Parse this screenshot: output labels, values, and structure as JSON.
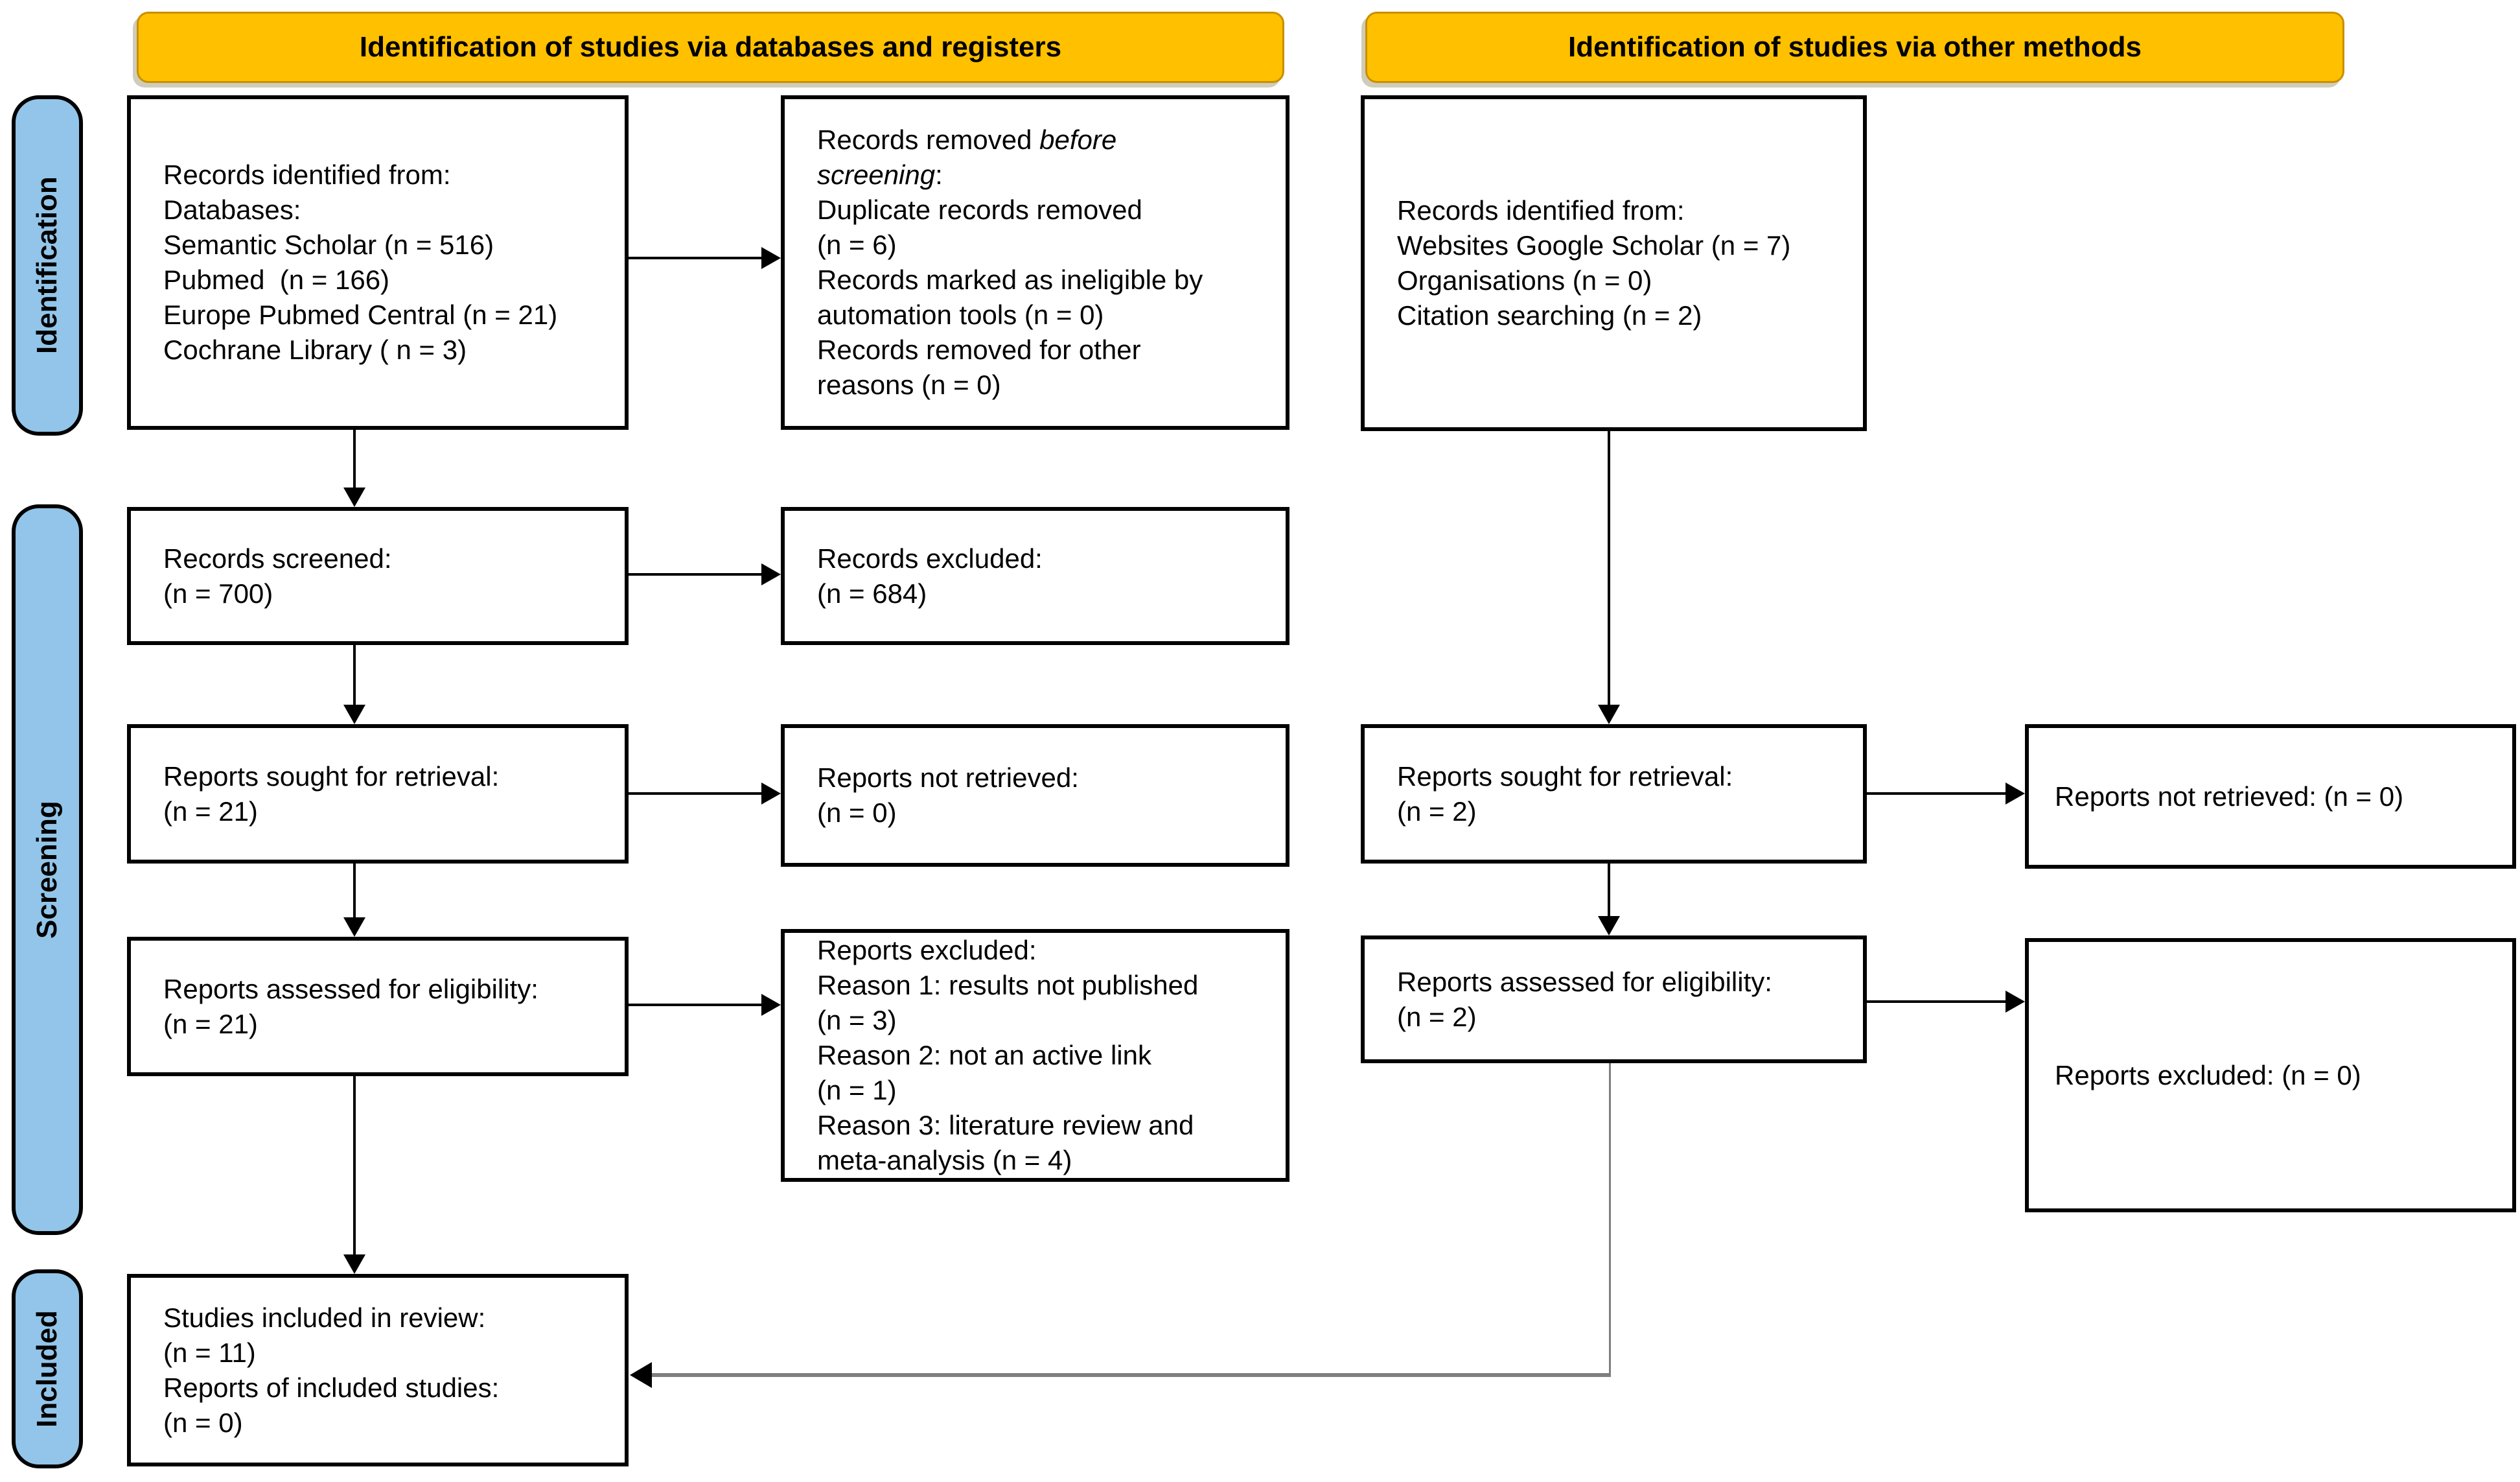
{
  "banners": {
    "databases": "Identification of studies via databases and registers",
    "other": "Identification of studies via other methods"
  },
  "sidebar": {
    "identification": "Identification",
    "screening": "Screening",
    "included": "Included"
  },
  "boxes": {
    "records_identified_db": {
      "lines": [
        "Records identified from:",
        "Databases:",
        "Semantic Scholar (n = 516)",
        "Pubmed  (n = 166)",
        "Europe Pubmed Central (n = 21)",
        "Cochrane Library ( n = 3)"
      ]
    },
    "records_removed": {
      "l1_pre": "Records removed ",
      "l1_it": "before",
      "l2_it": "screening",
      "l2_post": ":",
      "lines": [
        "Duplicate records removed",
        "(n = 6)",
        "Records marked as ineligible by",
        "automation tools (n = 0)",
        "Records removed for other",
        "reasons (n = 0)"
      ]
    },
    "records_screened": {
      "lines": [
        "Records screened:",
        "(n = 700)"
      ]
    },
    "records_excluded": {
      "lines": [
        "Records excluded:",
        "(n = 684)"
      ]
    },
    "reports_sought_db": {
      "lines": [
        "Reports sought for retrieval:",
        "(n = 21)"
      ]
    },
    "reports_not_retrieved_db": {
      "lines": [
        "Reports not retrieved:",
        "(n = 0)"
      ]
    },
    "reports_assessed_db": {
      "lines": [
        "Reports assessed for eligibility:",
        "(n = 21)"
      ]
    },
    "reports_excluded_db": {
      "lines": [
        "Reports excluded:",
        "Reason 1: results not published",
        "(n = 3)",
        "Reason 2: not an active link",
        "(n = 1)",
        "Reason 3: literature review and",
        "meta-analysis (n = 4)"
      ]
    },
    "studies_included": {
      "lines": [
        "Studies included in review:",
        "(n = 11)",
        "Reports of included studies:",
        "(n = 0)"
      ]
    },
    "records_identified_other": {
      "lines": [
        "Records identified from:",
        "Websites Google Scholar (n = 7)",
        "Organisations (n = 0)",
        "Citation searching (n = 2)"
      ]
    },
    "reports_sought_other": {
      "lines": [
        "Reports sought for retrieval:",
        "(n = 2)"
      ]
    },
    "reports_not_retrieved_other": {
      "lines": [
        "Reports not retrieved: (n = 0)"
      ]
    },
    "reports_assessed_other": {
      "lines": [
        "Reports assessed for eligibility:",
        "(n = 2)"
      ]
    },
    "reports_excluded_other": {
      "lines": [
        "Reports excluded: (n = 0)"
      ]
    }
  },
  "colors": {
    "banner_fill": "#FFC000",
    "banner_border": "#C98F00",
    "sidebar_fill": "#92C5E9",
    "box_border": "#000000",
    "connector": "#000000",
    "connector_gray": "#7F7F7F"
  }
}
